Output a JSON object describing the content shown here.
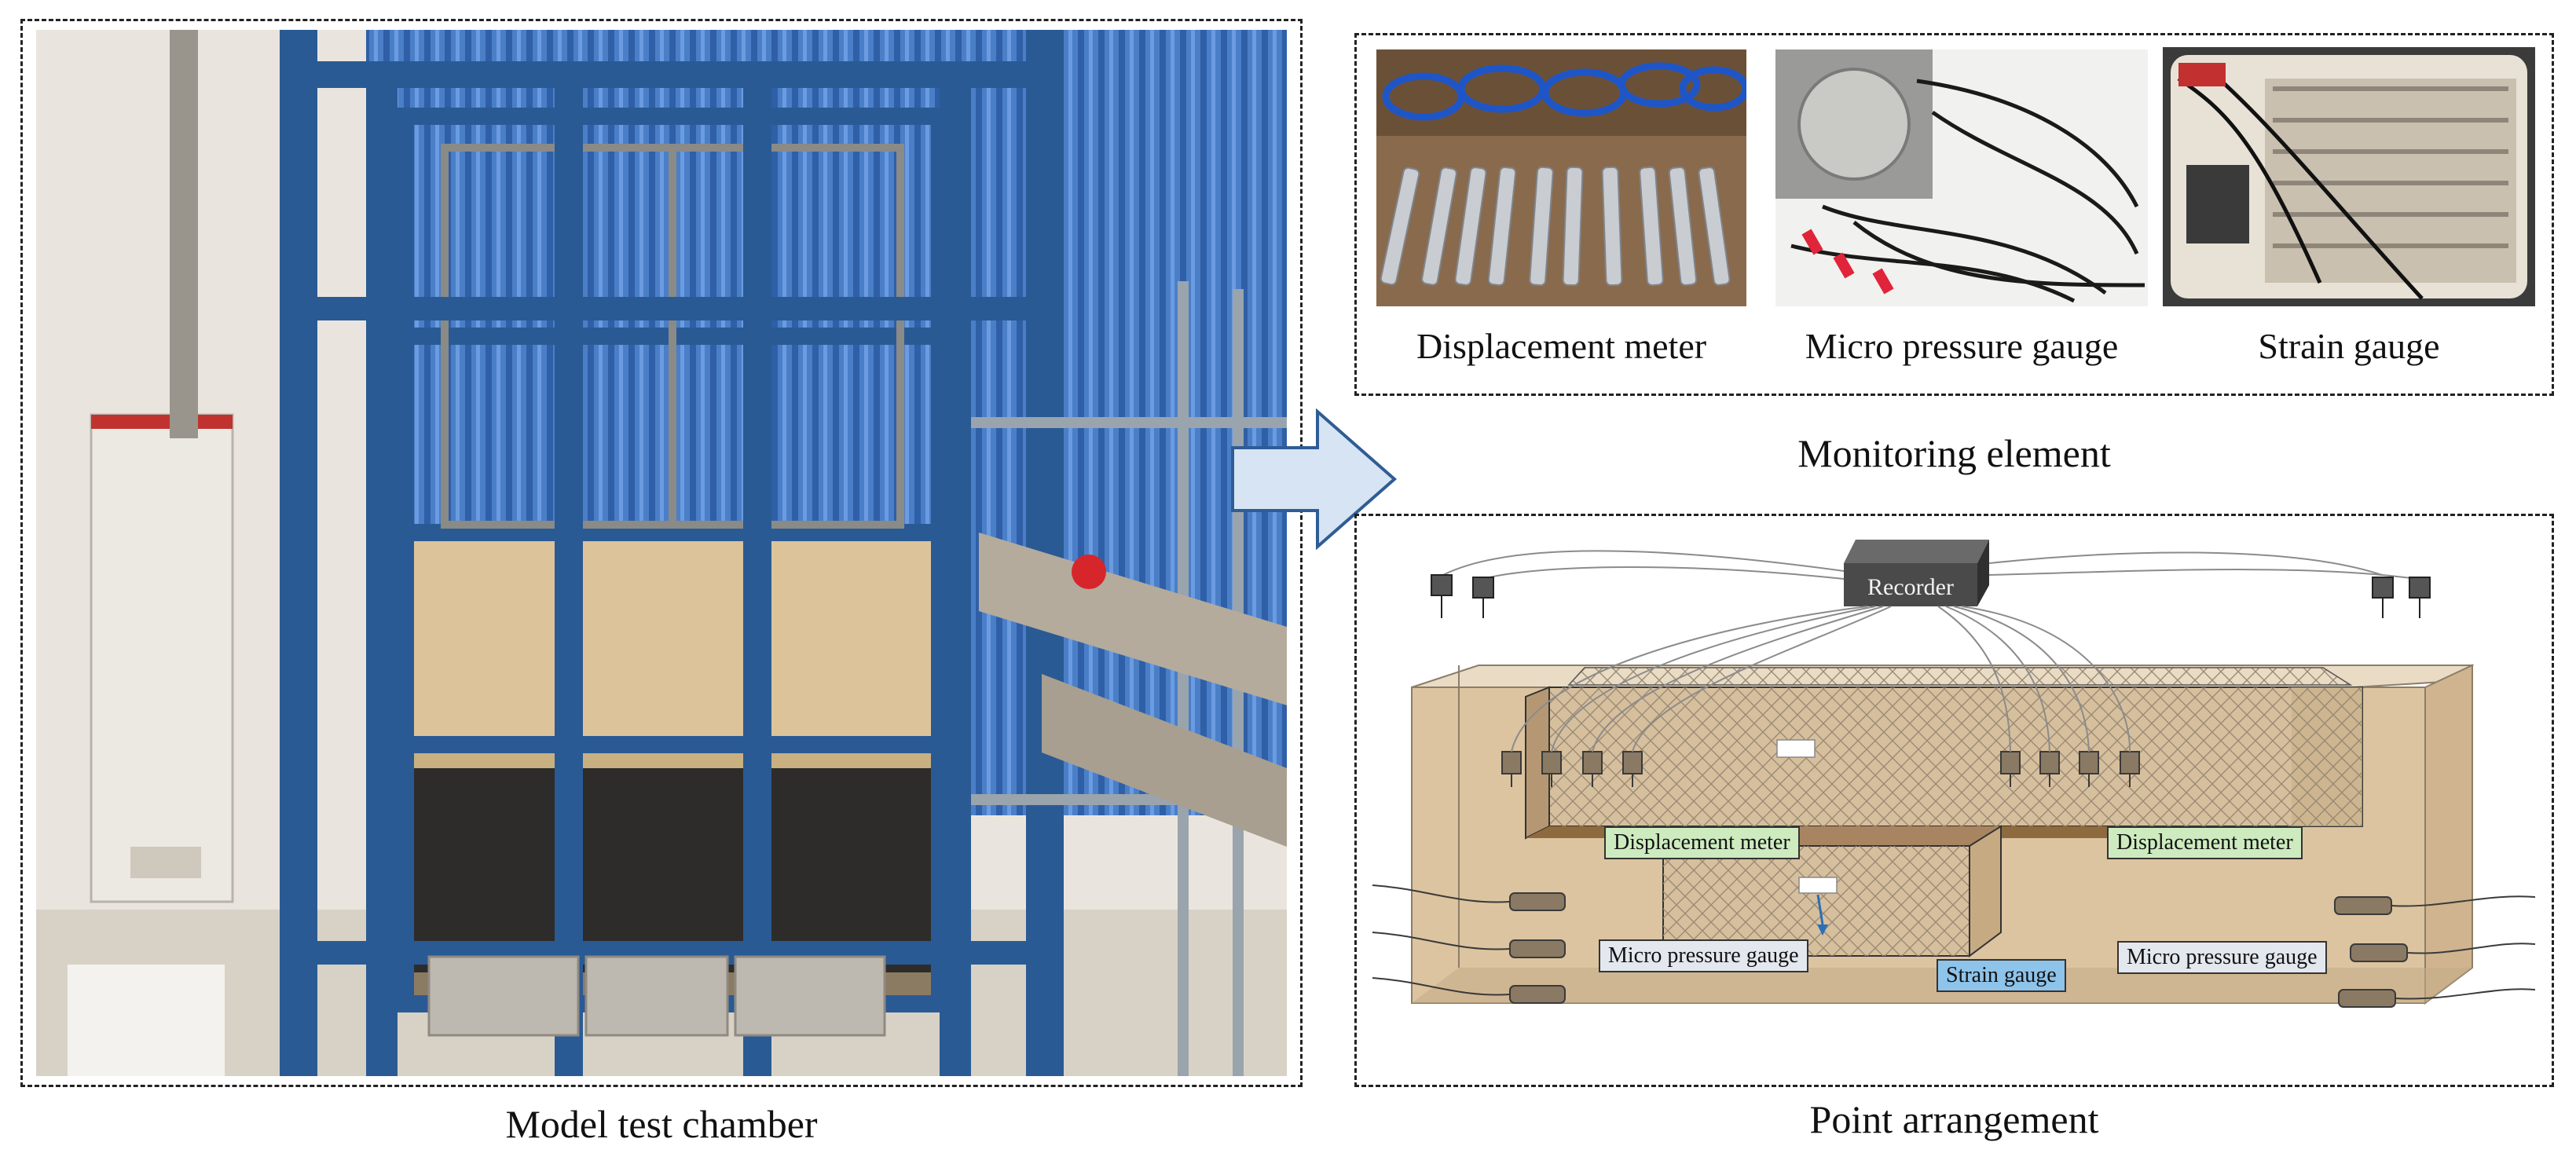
{
  "left_panel": {
    "caption": "Model test chamber"
  },
  "monitoring": {
    "caption": "Monitoring element",
    "items": [
      {
        "caption": "Displacement meter"
      },
      {
        "caption": "Micro pressure gauge"
      },
      {
        "caption": "Strain gauge"
      }
    ]
  },
  "arrangement": {
    "caption": "Point arrangement",
    "recorder_label": "Recorder",
    "labels": {
      "disp_left": "Displacement meter",
      "disp_right": "Displacement meter",
      "press_left": "Micro pressure gauge",
      "press_right": "Micro pressure gauge",
      "strain": "Strain gauge"
    }
  },
  "colors": {
    "frame_blue": "#2a5a94",
    "soil_tan": "#d9bd8f",
    "arrow_fill": "#d6e4f3",
    "label_green": "#cdebbf",
    "label_blue": "#8ec3ea"
  }
}
